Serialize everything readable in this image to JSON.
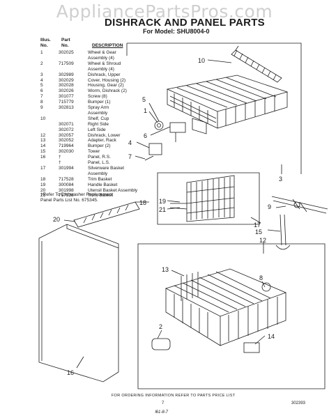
{
  "watermark": "AppliancePartsPros.com",
  "title": "DISHRACK AND PANEL PARTS",
  "model_line": "For Model: SHU8004-0",
  "table": {
    "headers": {
      "illus": "Illus.",
      "no": "No.",
      "part": "Part",
      "part_no": "No.",
      "description": "DESCRIPTION"
    },
    "rows": [
      {
        "illus": "1",
        "part": "302025",
        "desc": "Wheel & Gear"
      },
      {
        "illus": "",
        "part": "",
        "desc": "Assembly (4)"
      },
      {
        "illus": "2",
        "part": "717509",
        "desc": "Wheel & Shroud"
      },
      {
        "illus": "",
        "part": "",
        "desc": "Assembly (4)"
      },
      {
        "illus": "3",
        "part": "302989",
        "desc": "Dishrack, Upper"
      },
      {
        "illus": "4",
        "part": "302029",
        "desc": "Cover, Housing (2)"
      },
      {
        "illus": "5",
        "part": "302028",
        "desc": "Housing, Gear (2)"
      },
      {
        "illus": "6",
        "part": "302026",
        "desc": "Worm, Dishrack (2)"
      },
      {
        "illus": "7",
        "part": "301077",
        "desc": "Screw (8)"
      },
      {
        "illus": "8",
        "part": "715779",
        "desc": "Bumper (1)"
      },
      {
        "illus": "9",
        "part": "302813",
        "desc": "Spray Arm"
      },
      {
        "illus": "",
        "part": "",
        "desc": "Assembly"
      },
      {
        "illus": "10",
        "part": "",
        "desc": "Shelf, Cup"
      },
      {
        "illus": "",
        "part": "302071",
        "desc": "Right Side"
      },
      {
        "illus": "",
        "part": "302072",
        "desc": "Left Side"
      },
      {
        "illus": "12",
        "part": "302057",
        "desc": "Dishrack, Lower"
      },
      {
        "illus": "13",
        "part": "302052",
        "desc": "Adapter, Rack"
      },
      {
        "illus": "14",
        "part": "719964",
        "desc": "Bumper (2)"
      },
      {
        "illus": "15",
        "part": "302030",
        "desc": "Tower"
      },
      {
        "illus": "16",
        "part": "†",
        "desc": "Panel, R.S."
      },
      {
        "illus": "",
        "part": "†",
        "desc": "Panel, L.S."
      },
      {
        "illus": "17",
        "part": "301994",
        "desc": "Silverware Basket"
      },
      {
        "illus": "",
        "part": "",
        "desc": "Assembly"
      },
      {
        "illus": "18",
        "part": "717528",
        "desc": "Trim Basket"
      },
      {
        "illus": "19",
        "part": "300084",
        "desc": "Handle Basket"
      },
      {
        "illus": "20",
        "part": "301998",
        "desc": "Utensil Basket Assembly"
      },
      {
        "illus": "21",
        "part": "717528",
        "desc": "Trim, Basket"
      }
    ]
  },
  "refnote_line1": "†Refer To Dishwasher Replacement",
  "refnote_line2": "Panel Parts List No. 675345.",
  "callouts": {
    "c1": "1",
    "c2": "2",
    "c3": "3",
    "c4": "4",
    "c5": "5",
    "c6": "6",
    "c7": "7",
    "c8": "8",
    "c9": "9",
    "c10": "10",
    "c12": "12",
    "c13": "13",
    "c14": "14",
    "c15": "15",
    "c16": "16",
    "c17": "17",
    "c18": "18",
    "c19": "19",
    "c20": "20",
    "c21": "21"
  },
  "footer": "FOR ORDERING INFORMATION REFER TO PARTS PRICE LIST",
  "page_number": "7",
  "doc_code": "302393",
  "handwritten_note": "ⅼ61-8-7"
}
